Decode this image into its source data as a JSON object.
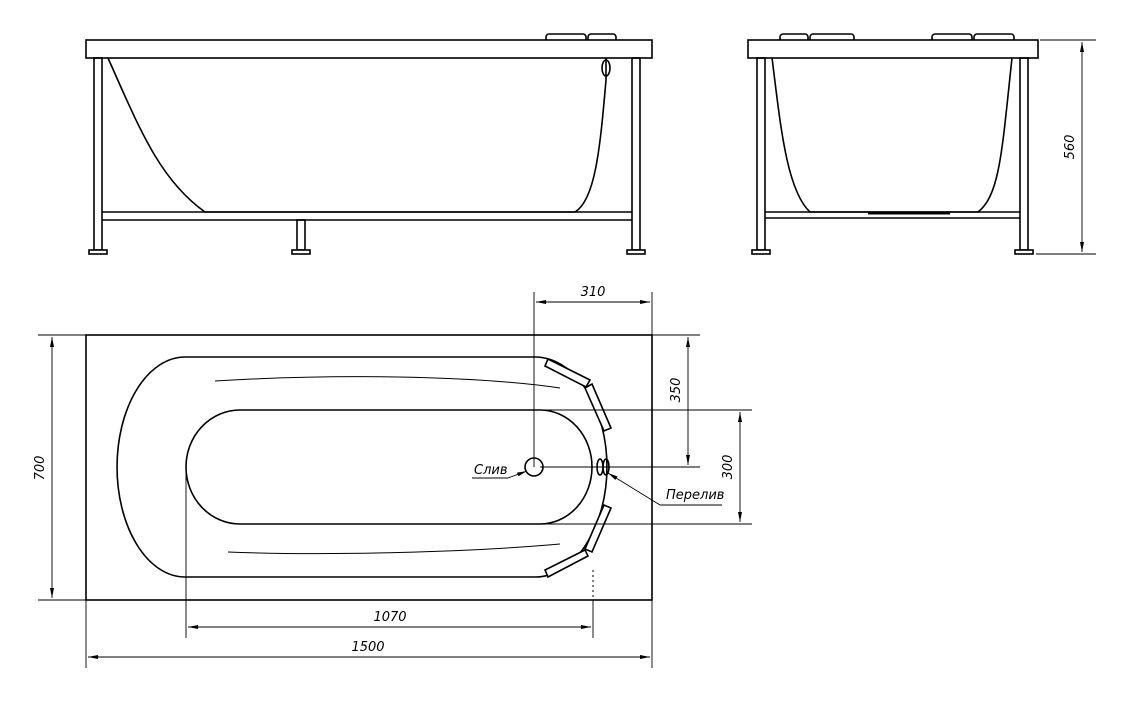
{
  "dimensions": {
    "height": "560",
    "width": "700",
    "drain_offset_x": "310",
    "rim_to_axis": "350",
    "drain_to_overflow_height": "300",
    "inner_bowl_length": "1070",
    "overall_length": "1500"
  },
  "labels": {
    "drain": "Слив",
    "overflow": "Перелив"
  },
  "colors": {
    "line": "#000000",
    "background": "#ffffff"
  }
}
